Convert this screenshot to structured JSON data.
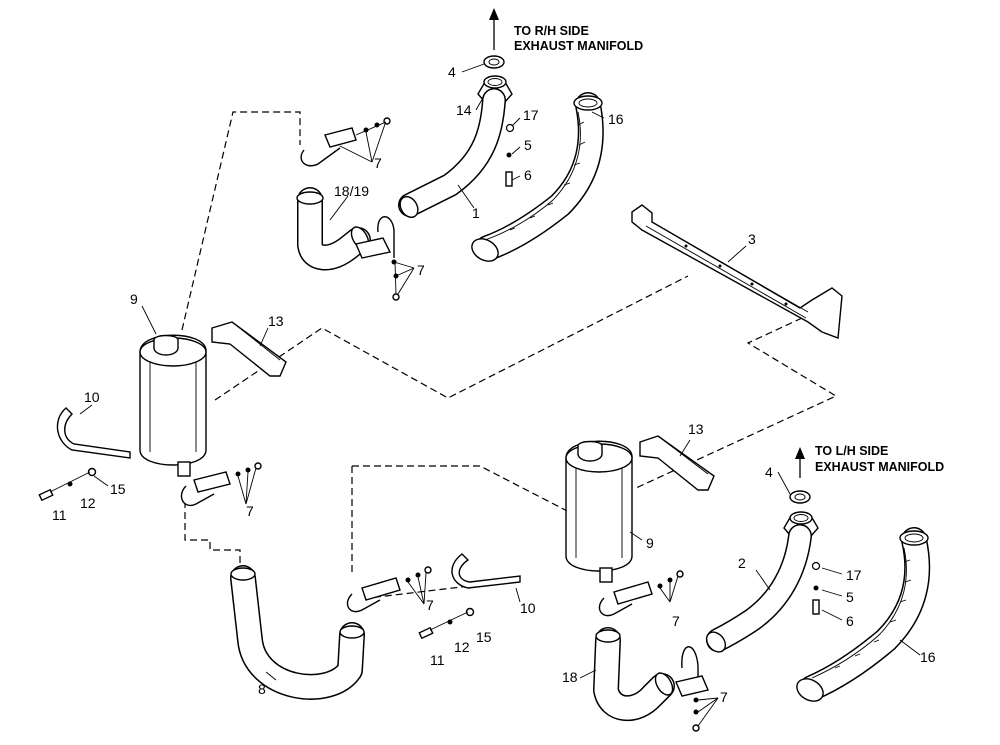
{
  "notes": {
    "rh_line1": "TO R/H SIDE",
    "rh_line2": "EXHAUST MANIFOLD",
    "lh_line1": "TO L/H SIDE",
    "lh_line2": "EXHAUST MANIFOLD"
  },
  "callouts": {
    "c1": "1",
    "c2": "2",
    "c3": "3",
    "c4_top": "4",
    "c4_bot": "4",
    "c5_top": "5",
    "c5_bot": "5",
    "c6_top": "6",
    "c6_bot": "6",
    "c7_a": "7",
    "c7_b": "7",
    "c7_c": "7",
    "c7_d": "7",
    "c7_e": "7",
    "c7_f": "7",
    "c8": "8",
    "c9_left": "9",
    "c9_right": "9",
    "c10_left": "10",
    "c10_right": "10",
    "c11_left": "11",
    "c11_right": "11",
    "c12_left": "12",
    "c12_right": "12",
    "c13_left": "13",
    "c13_right": "13",
    "c14": "14",
    "c15_left": "15",
    "c15_right": "15",
    "c16_top": "16",
    "c16_bot": "16",
    "c17_top": "17",
    "c17_bot": "17",
    "c18": "18",
    "c1819": "18/19"
  },
  "icons": [
    "arrow-up-icon"
  ]
}
